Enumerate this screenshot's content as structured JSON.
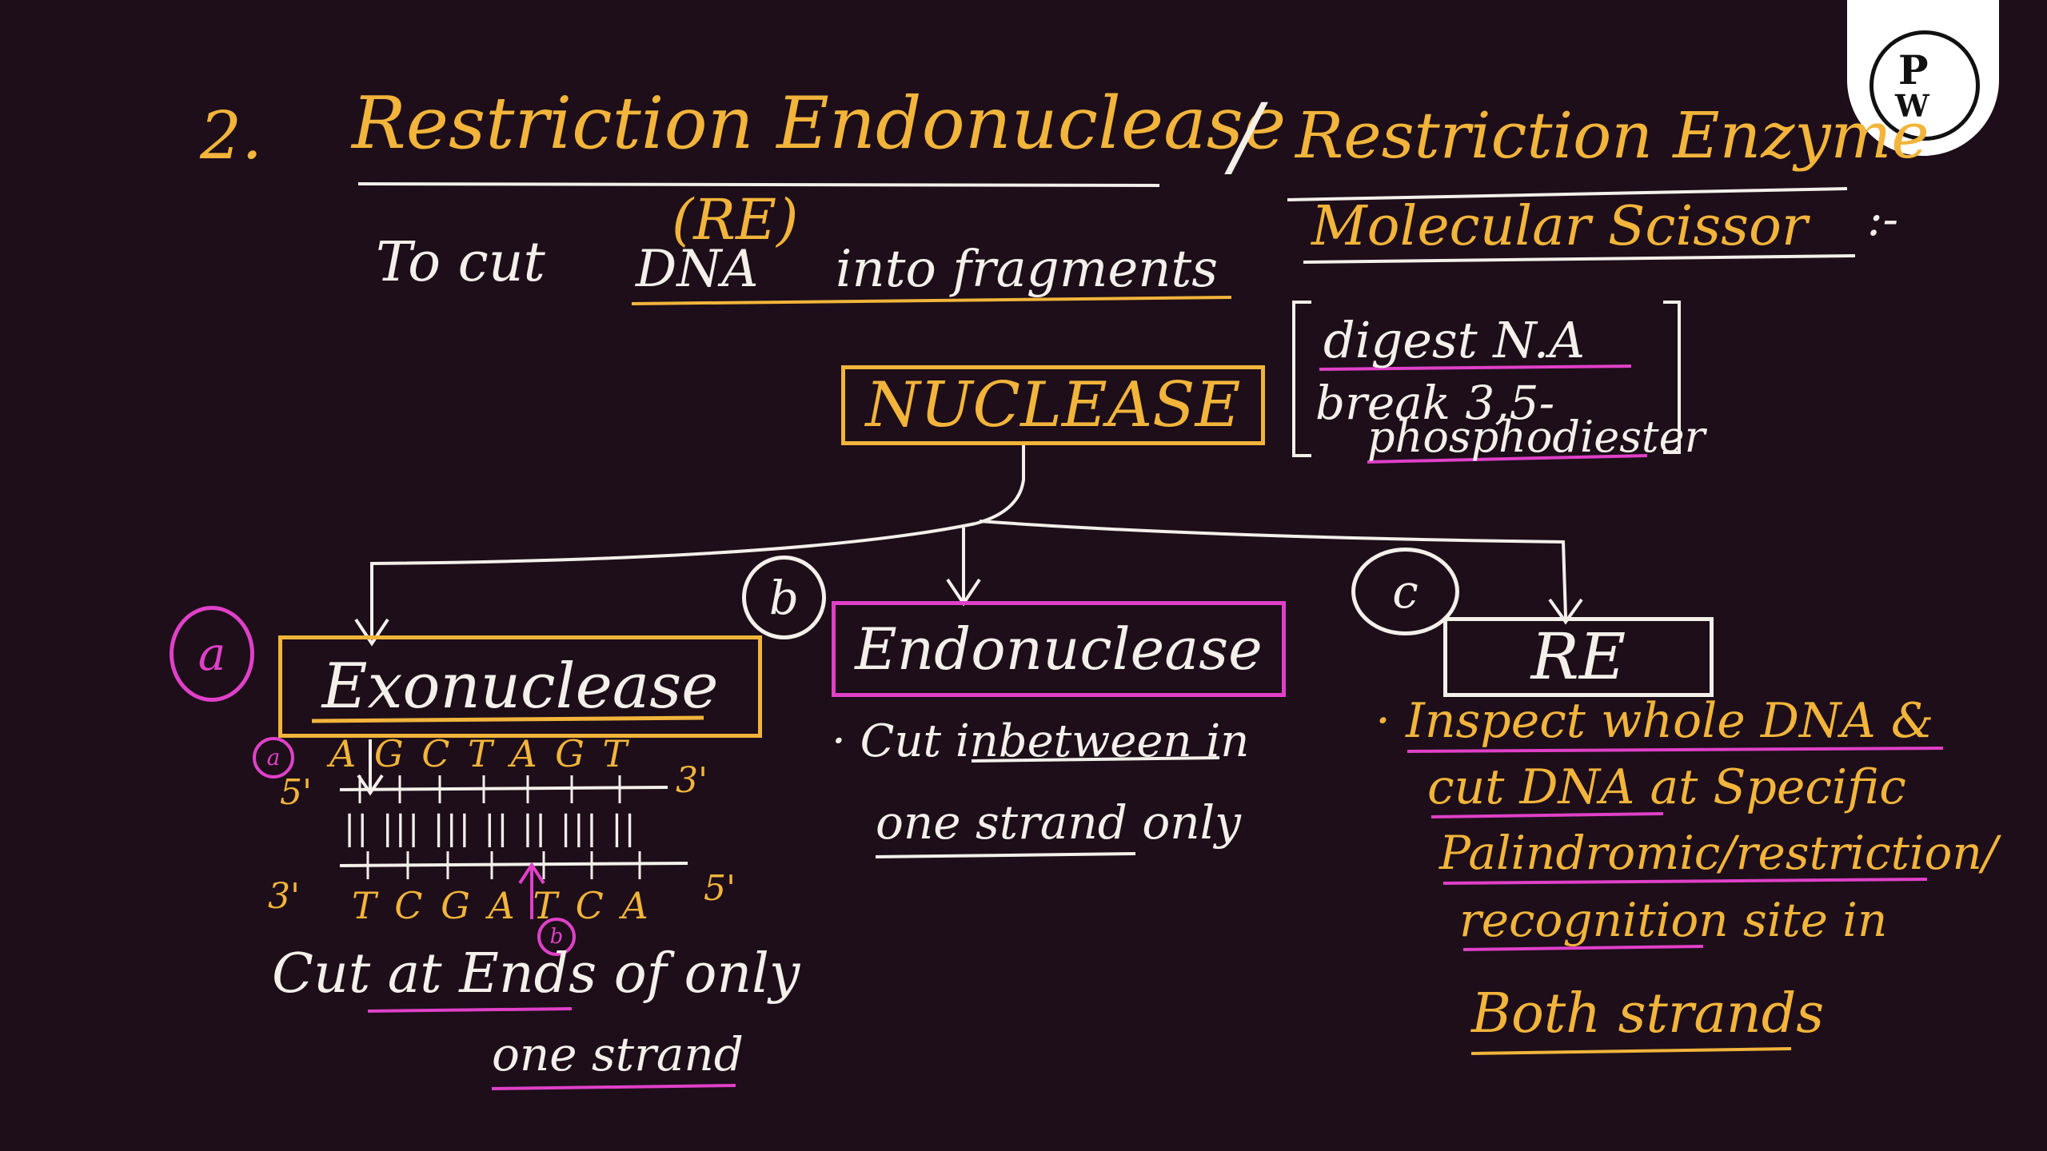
{
  "colors": {
    "background": "#1d0e19",
    "yellow": "#f2b43a",
    "white": "#f3f0ea",
    "pink": "#e040c8"
  },
  "logo": {
    "p": "P",
    "w": "W"
  },
  "heading": {
    "number": "2.",
    "part1": "Restriction Endonuclease",
    "slash": "/",
    "part2": "Restriction Enzyme",
    "abbr": "(RE)",
    "molecular": "Molecular Scissor",
    "colon": ":-"
  },
  "purpose": {
    "prefix": "To cut",
    "dna": "DNA",
    "rest": "into fragments"
  },
  "nuclease": {
    "title": "NUCLEASE",
    "bracket_line1": "digest N.A",
    "bracket_line2": "break 3,5-",
    "bracket_line3": "phosphodiester"
  },
  "branches": {
    "exo": {
      "marker": "a",
      "title": "Exonuclease",
      "top_strand_label5": "5'",
      "top_bases": "A G C T A G T",
      "top_strand_label3": "3'",
      "bonds": "|| ||| ||| || || ||| ||",
      "bottom_strand_label3": "3'",
      "bottom_bases": "T C G A T C A",
      "bottom_strand_label5": "5'",
      "cut_a": "a",
      "cut_b": "b",
      "note_line1": "Cut at Ends of only",
      "note_line2": "one strand"
    },
    "endo": {
      "marker": "b",
      "title": "Endonuclease",
      "note_line1": "· Cut inbetween in",
      "note_line2": "one strand only"
    },
    "re": {
      "marker": "c",
      "title": "RE",
      "note_line1": "· Inspect whole DNA &",
      "note_line2": "cut DNA at Specific",
      "note_line3": "Palindromic/restriction/",
      "note_line4": "recognition site in",
      "note_line5": "Both strands"
    }
  }
}
